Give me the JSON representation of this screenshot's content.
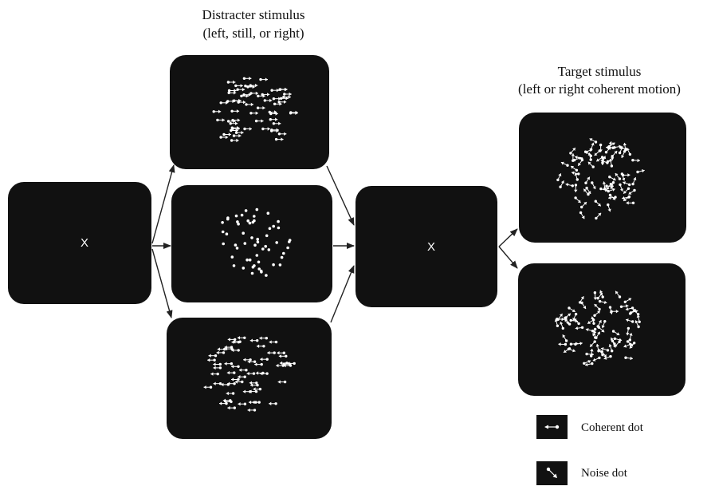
{
  "distracter": {
    "title_line1": "Distracter stimulus",
    "title_line2": "(left, still, or right)"
  },
  "target": {
    "title_line1": "Target stimulus",
    "title_line2": "(left or right coherent motion)"
  },
  "fixation": {
    "left": "X",
    "middle": "X"
  },
  "legend": {
    "coherent": "Coherent dot",
    "noise": "Noise dot"
  },
  "colors": {
    "panel": "#111111",
    "dot": "#ffffff",
    "arrow": "#222222"
  },
  "panels": {
    "distracter_top": {
      "motion": "right",
      "dots": 60
    },
    "distracter_middle": {
      "motion": "still",
      "dots": 56
    },
    "distracter_bottom": {
      "motion": "left",
      "dots": 60
    },
    "target_top": {
      "motion": "noise",
      "dots": 70
    },
    "target_bottom": {
      "motion": "noise",
      "dots": 70
    }
  }
}
